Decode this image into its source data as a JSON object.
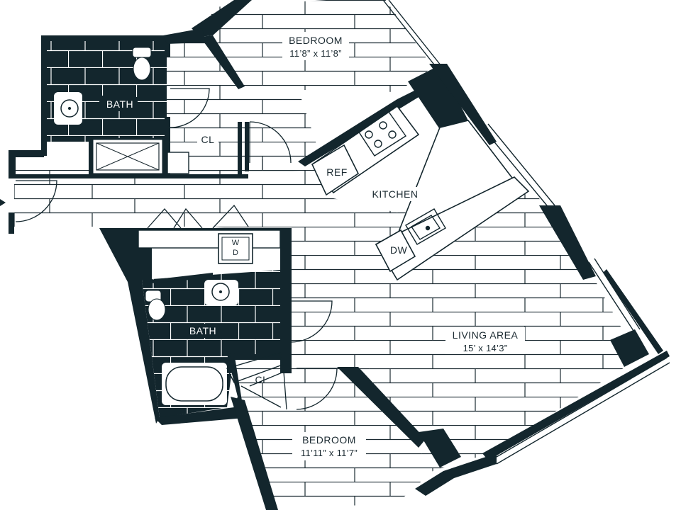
{
  "colors": {
    "wall": "#13262d",
    "plank": "#1b2a31",
    "floor": "#ffffff"
  },
  "rooms": {
    "bedroom_top": {
      "label": "BEDROOM",
      "dims": "11’8” x 11’8”"
    },
    "bath_top": {
      "label": "BATH"
    },
    "closet_top": {
      "label": "CL"
    },
    "kitchen": {
      "label": "KITCHEN"
    },
    "living": {
      "label": "LIVING AREA",
      "dims": "15’ x 14’3”"
    },
    "bath_bottom": {
      "label": "BATH"
    },
    "closet_bottom": {
      "label": "CL"
    },
    "bedroom_bottom": {
      "label": "BEDROOM",
      "dims": "11’11” x 11’7”"
    }
  },
  "fixtures": {
    "ref": "REF",
    "dw": "DW",
    "washer": "W",
    "dryer": "D"
  }
}
